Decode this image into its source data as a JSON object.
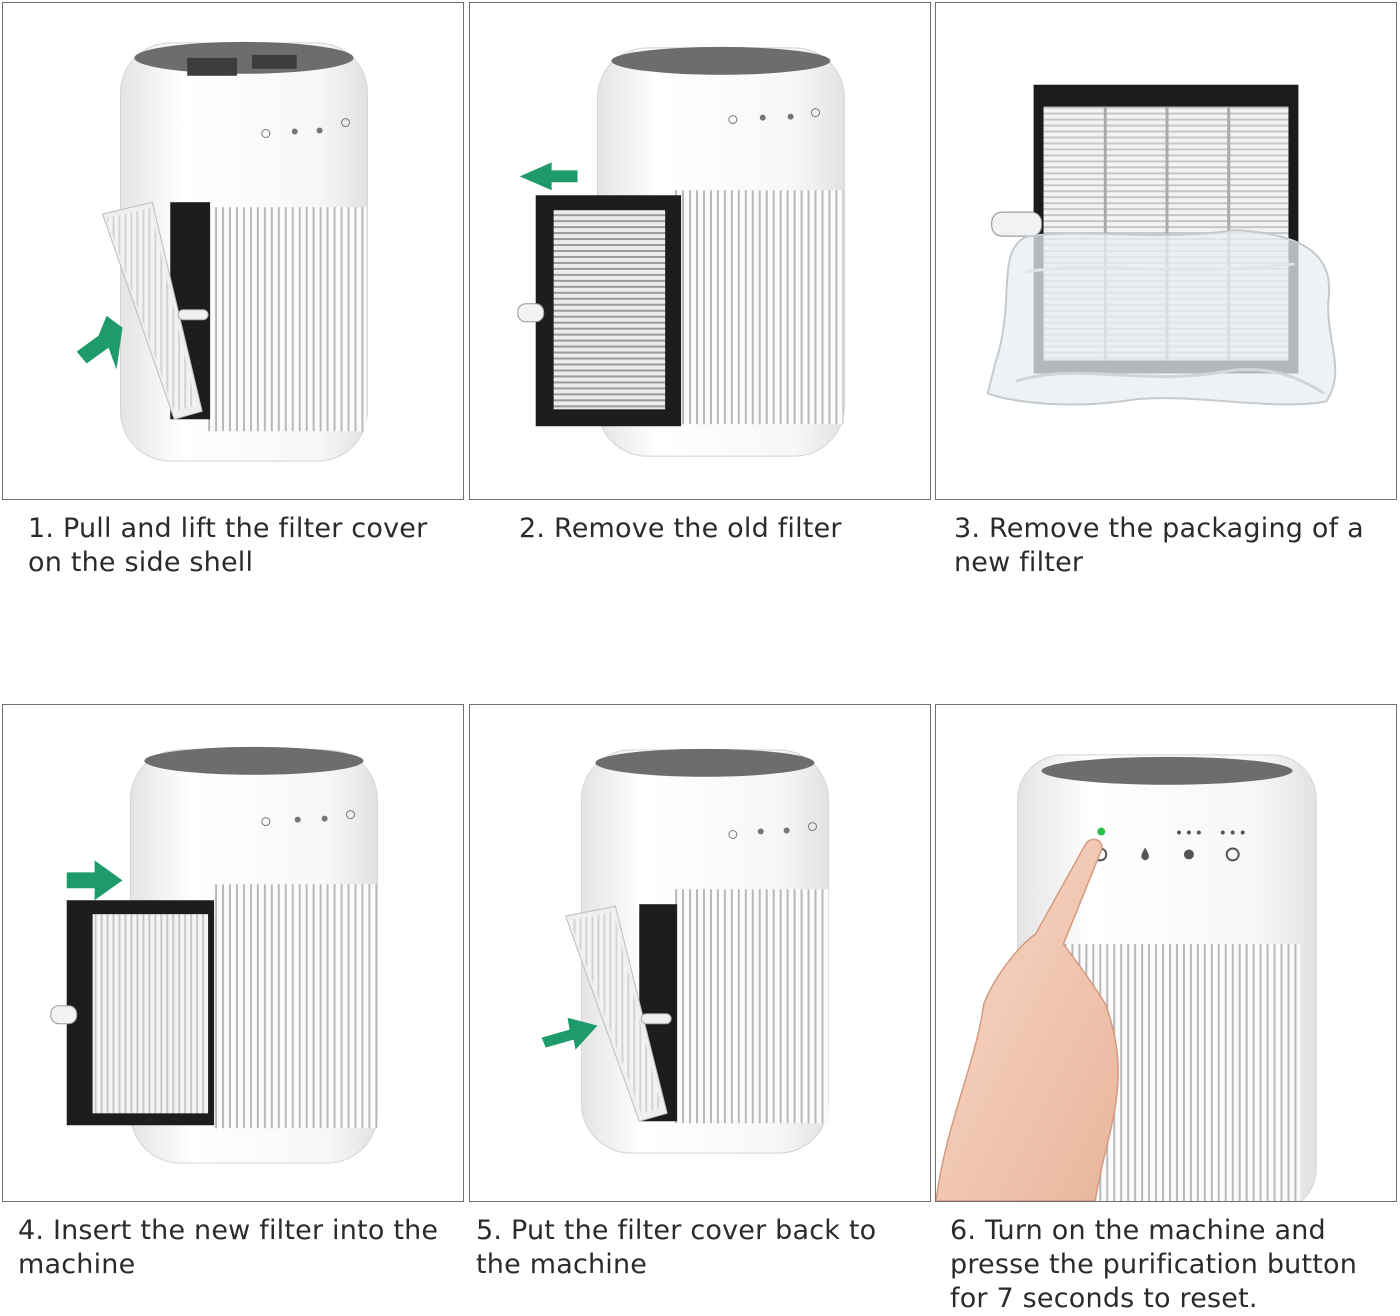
{
  "steps": [
    {
      "label": "1. Pull and lift the filter cover\non the side shell"
    },
    {
      "label": "2. Remove the old filter"
    },
    {
      "label": "3. Remove the packaging of a\nnew filter"
    },
    {
      "label": "4. Insert the new filter into the\nmachine"
    },
    {
      "label": "5. Put the filter cover back to\nthe machine"
    },
    {
      "label": "6. Turn on the machine and\npresse the purification button\nfor 7 seconds to reset."
    }
  ],
  "colors": {
    "arrow": "#1f9a6a",
    "filter_frame": "#1b1b1b",
    "device_body": "#f6f6f6",
    "indicator_led": "#29c14a"
  }
}
